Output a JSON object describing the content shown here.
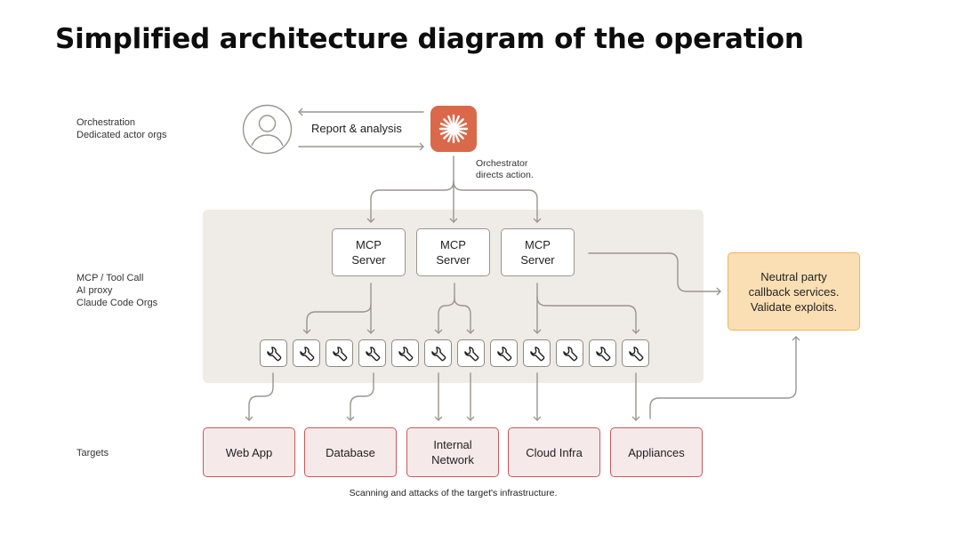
{
  "title": "Simplified architecture diagram of the operation",
  "lanes": {
    "orchestration": "Orchestration\nDedicated actor orgs",
    "mcp": "MCP / Tool Call\nAI proxy\nClaude Code Orgs",
    "targets": "Targets"
  },
  "orchestration": {
    "user_icon": "user-avatar-icon",
    "orchestrator_icon": "claude-asterisk-icon",
    "report_label": "Report & analysis",
    "orchestrator_note": "Orchestrator\ndirects action."
  },
  "mcp_servers": [
    {
      "label": "MCP\nServer"
    },
    {
      "label": "MCP\nServer"
    },
    {
      "label": "MCP\nServer"
    }
  ],
  "tools": {
    "count": 12,
    "icon": "wrench-icon"
  },
  "targets": [
    {
      "label": "Web App"
    },
    {
      "label": "Database"
    },
    {
      "label": "Internal\nNetwork"
    },
    {
      "label": "Cloud Infra"
    },
    {
      "label": "Appliances"
    }
  ],
  "callback": {
    "label": "Neutral party\ncallback services.\nValidate exploits."
  },
  "caption": "Scanning and attacks of the target's infrastructure.",
  "colors": {
    "orchestrator": "#d9694a",
    "panel": "#efebe6",
    "target_fill": "#f6e9e9",
    "target_border": "#c9585c",
    "callback_fill": "#fbdfb4",
    "callback_border": "#f0b45a",
    "wire": "#9a958e"
  }
}
